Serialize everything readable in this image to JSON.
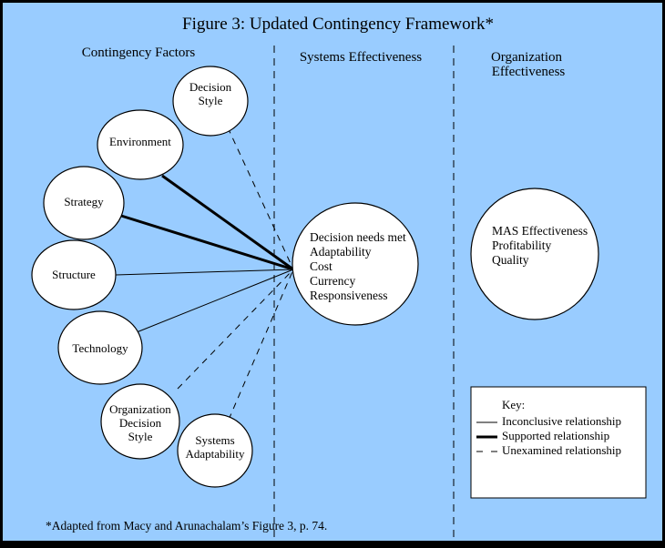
{
  "title": "Figure 3: Updated Contingency Framework*",
  "headers": {
    "contingency": "Contingency Factors",
    "systems": "Systems Effectiveness",
    "organization_line1": "Organization",
    "organization_line2": "Effectiveness"
  },
  "nodes": {
    "decision_style": [
      "Decision",
      "Style"
    ],
    "environment": [
      "Environment"
    ],
    "strategy": [
      "Strategy"
    ],
    "structure": [
      "Structure"
    ],
    "technology": [
      "Technology"
    ],
    "org_decision_style": [
      "Organization",
      "Decision",
      "Style"
    ],
    "systems_adaptability": [
      "Systems",
      "Adaptability"
    ]
  },
  "systems_effectiveness_items": [
    "Decision needs met",
    "Adaptability",
    "Cost",
    "Currency",
    "Responsiveness"
  ],
  "organization_effectiveness_items": [
    "MAS Effectiveness",
    "Profitability",
    "Quality"
  ],
  "relationships": {
    "decision_style": "unexamined",
    "environment": "supported",
    "strategy": "supported",
    "structure": "inconclusive",
    "technology": "inconclusive",
    "org_decision_style": "unexamined",
    "systems_adaptability": "unexamined"
  },
  "key": {
    "title": "Key:",
    "inconclusive": "Inconclusive relationship",
    "supported": "Supported relationship",
    "unexamined": "Unexamined relationship"
  },
  "footnote": "*Adapted from Macy and Arunachalam’s Figure 3, p. 74.",
  "colors": {
    "background": "#99ccff",
    "border": "#000000",
    "node_fill": "#ffffff"
  }
}
